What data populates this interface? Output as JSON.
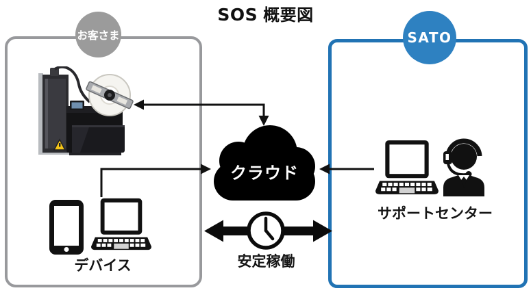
{
  "title": {
    "brand": "SOS",
    "suffix": "概要図"
  },
  "zones": {
    "customer": {
      "badge": "お客さま",
      "badge_color": "#9b9b9b",
      "border_color": "#98999c",
      "devices_label": "デバイス",
      "icons": [
        "printer-icon",
        "tablet-icon",
        "laptop-icon"
      ]
    },
    "sato": {
      "badge": "SATO",
      "badge_color": "#2e81c1",
      "border_color": "#2173b4",
      "support_label": "サポートセンター",
      "icons": [
        "laptop-icon",
        "operator-headset-icon"
      ]
    }
  },
  "cloud": {
    "label": "クラウド",
    "color": "#000000",
    "icon": "cloud-icon"
  },
  "stability": {
    "label": "安定稼働",
    "icon": "clock-icon",
    "arrow": "double-headed-arrow"
  },
  "connectors": [
    {
      "name": "printer-cloud",
      "type": "elbow",
      "arrowheads": [
        "left-at-printer",
        "down-into-cloud-top"
      ]
    },
    {
      "name": "devices-cloud",
      "type": "elbow",
      "arrowheads": [
        "right-into-cloud-left"
      ]
    },
    {
      "name": "sato-laptop-cloud",
      "type": "straight",
      "arrowheads": [
        "left-into-cloud-right"
      ]
    }
  ]
}
